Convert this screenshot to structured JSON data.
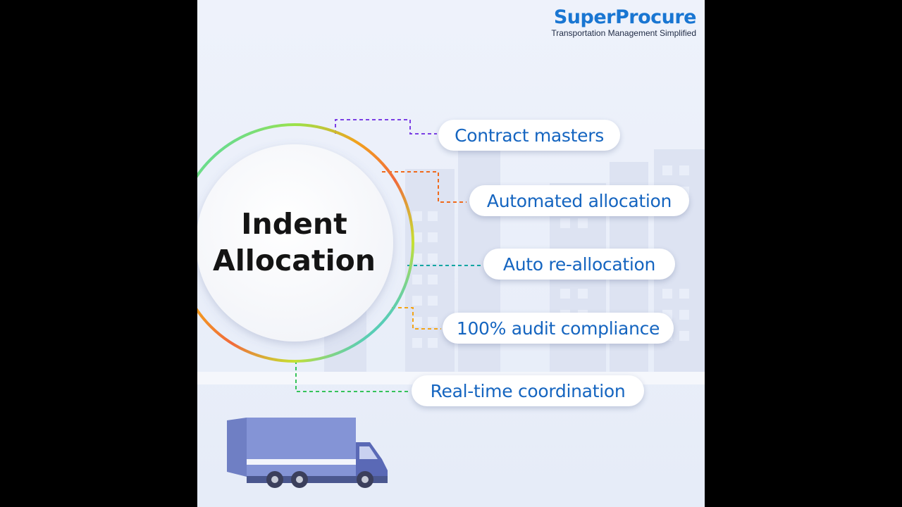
{
  "brand": {
    "name": "SuperProcure",
    "tagline": "Transportation Management Simplified",
    "color": "#1976d2"
  },
  "hub": {
    "line1": "Indent",
    "line2": "Allocation"
  },
  "features": [
    {
      "label": "Contract masters",
      "connector_color": "#7b3fe4"
    },
    {
      "label": "Automated allocation",
      "connector_color": "#f06a1b"
    },
    {
      "label": "Auto re-allocation",
      "connector_color": "#12a6a3"
    },
    {
      "label": "100% audit compliance",
      "connector_color": "#f3a417"
    },
    {
      "label": "Real-time coordination",
      "connector_color": "#36c35a"
    }
  ],
  "illustration": {
    "vehicle": "delivery-truck-icon",
    "background": "city-skyline"
  }
}
